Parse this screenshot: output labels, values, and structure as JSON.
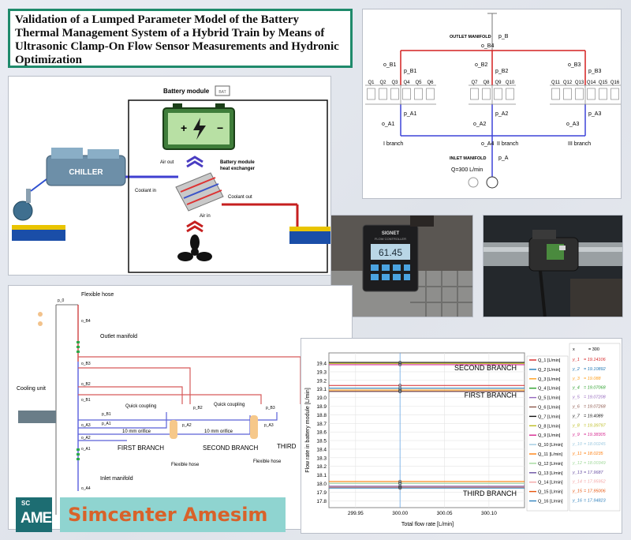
{
  "title": "Validation of a Lumped Parameter Model of the Battery Thermal Management System of a Hybrid Train by Means of Ultrasonic Clamp-On Flow Sensor Measurements and Hydronic Optimization",
  "battery": {
    "module_label": "Battery module",
    "chiller": "CHILLER",
    "air_out": "Air out",
    "air_in": "Air in",
    "coolant_in": "Coolant in",
    "coolant_out": "Coolant out",
    "hx_line1": "Battery module",
    "hx_line2": "heat exchanger",
    "bat_icon": "BAT"
  },
  "scheme": {
    "outlet_manifold": "OUTLET MANIFOLD",
    "inlet_manifold": "INLET MANIFOLD",
    "p_B": "p_B",
    "p_A": "p_A",
    "o_B4": "o_B4",
    "o_A4": "o_A4",
    "branches": [
      {
        "ob": "o_B1",
        "pb": "p_B1",
        "oa": "o_A1",
        "pa": "p_A1",
        "name": "I branch",
        "q": [
          "Q1",
          "Q2",
          "Q3",
          "Q4",
          "Q5",
          "Q6"
        ]
      },
      {
        "ob": "o_B2",
        "pb": "p_B2",
        "oa": "o_A2",
        "pa": "p_A2",
        "name": "II branch",
        "q": [
          "Q7",
          "Q8",
          "Q9",
          "Q10"
        ]
      },
      {
        "ob": "o_B3",
        "pb": "p_B3",
        "oa": "o_A3",
        "pa": "p_A3",
        "name": "III branch",
        "q": [
          "Q11",
          "Q12",
          "Q13",
          "Q14",
          "Q15",
          "Q16"
        ]
      }
    ],
    "flow": "Q=300 L/min"
  },
  "photo1": {
    "brand": "SIGNET",
    "sub": "FLOW CONTROLLER",
    "display": "61.45"
  },
  "amesim": {
    "p0": "p_0",
    "flexible_hose_top": "Flexible hose",
    "outlet_manifold": "Outlet manifold",
    "cooling_unit": "Cooling unit",
    "inlet_manifold": "Inlet manifold",
    "quick_coupling_1": "Quick coupling",
    "quick_coupling_2": "Quick coupling",
    "orifice_1": "10 mm orifice",
    "orifice_2": "10 mm orifice",
    "first_branch": "FIRST BRANCH",
    "second_branch": "SECOND BRANCH",
    "third": "THIRD",
    "flexible_hose_1": "Flexible hose",
    "flexible_hose_2": "Flexible hose",
    "oB4": "o_B4",
    "oA4": "o_A4",
    "oB1": "o_B1",
    "oB2": "o_B2",
    "oB3": "o_B3",
    "oA1": "o_A1",
    "oA2": "o_A2",
    "oA3": "o_A3",
    "pB2": "p_B2",
    "pA2": "p_A2",
    "pB3": "p_B3",
    "pA3": "p_A3",
    "pA1": "p_A1",
    "pB1": "p_B1"
  },
  "chart_data": {
    "type": "line",
    "xlabel": "Total flow rate [L/min]",
    "ylabel": "Flow rate in battery module [L/min]",
    "xlim": [
      299.92,
      300.14
    ],
    "ylim": [
      17.72,
      19.52
    ],
    "xticks": [
      "299.95",
      "300.00",
      "300.05",
      "300.10"
    ],
    "yticks": [
      "17.8",
      "17.9",
      "18.0",
      "18.1",
      "18.2",
      "18.3",
      "18.4",
      "18.5",
      "18.6",
      "18.7",
      "18.8",
      "18.9",
      "19.0",
      "19.1",
      "19.2",
      "19.3",
      "19.4"
    ],
    "cursor_x": 300,
    "annotations": [
      "SECOND BRANCH",
      "FIRST BRANCH",
      "THIRD BRANCH"
    ],
    "series": [
      {
        "name": "Q_1 [L/min]",
        "value": 19.14106,
        "color": "#d62728"
      },
      {
        "name": "Q_2 [L/min]",
        "value": 19.10892,
        "color": "#1f77b4"
      },
      {
        "name": "Q_3 [L/min]",
        "value": 19.088,
        "color": "#ff9f1c"
      },
      {
        "name": "Q_4 [L/min]",
        "value": 19.07068,
        "color": "#2ca02c"
      },
      {
        "name": "Q_5 [L/min]",
        "value": 19.07208,
        "color": "#9467bd"
      },
      {
        "name": "Q_6 [L/min]",
        "value": 19.07268,
        "color": "#8c564b"
      },
      {
        "name": "Q_7 [L/min]",
        "value": 19.4089,
        "color": "#111111"
      },
      {
        "name": "Q_8 [L/min]",
        "value": 19.39797,
        "color": "#bcbd22"
      },
      {
        "name": "Q_9 [L/min]",
        "value": 19.38305,
        "color": "#d62790"
      },
      {
        "name": "Q_10 [L/min]",
        "value": 18.00245,
        "color": "#9ecae1"
      },
      {
        "name": "Q_11 [L/min]",
        "value": 18.0235,
        "color": "#ff7f0e"
      },
      {
        "name": "Q_12 [L/min]",
        "value": 18.00349,
        "color": "#a1d99b"
      },
      {
        "name": "Q_13 [L/min]",
        "value": 17.9687,
        "color": "#6a51a3"
      },
      {
        "name": "Q_14 [L/min]",
        "value": 17.95952,
        "color": "#f4a6a6"
      },
      {
        "name": "Q_15 [L/min]",
        "value": 17.95006,
        "color": "#e6550d"
      },
      {
        "name": "Q_16 [L/min]",
        "value": 17.94823,
        "color": "#3182bd"
      }
    ],
    "readout_x": "x",
    "readout_x_value": "= 300",
    "readout_labels": [
      "y_1",
      "y_2",
      "y_3",
      "y_4",
      "y_5",
      "y_6",
      "y_7",
      "y_8",
      "y_9",
      "y_10",
      "y_11",
      "y_12",
      "y_13",
      "y_14",
      "y_15",
      "y_16"
    ],
    "readout_values": [
      "= 19.14106",
      "= 19.10892",
      "= 19.088",
      "= 19.07068",
      "= 19.07208",
      "= 19.07268",
      "= 19.4089",
      "= 19.39797",
      "= 19.38305",
      "= 18.00245",
      "= 18.0235",
      "= 18.00349",
      "= 17.9687",
      "= 17.95952",
      "= 17.95006",
      "= 17.94823"
    ]
  },
  "brand": {
    "logo_sc": "SC",
    "logo_ame": "AME",
    "name": "Simcenter Amesim"
  }
}
